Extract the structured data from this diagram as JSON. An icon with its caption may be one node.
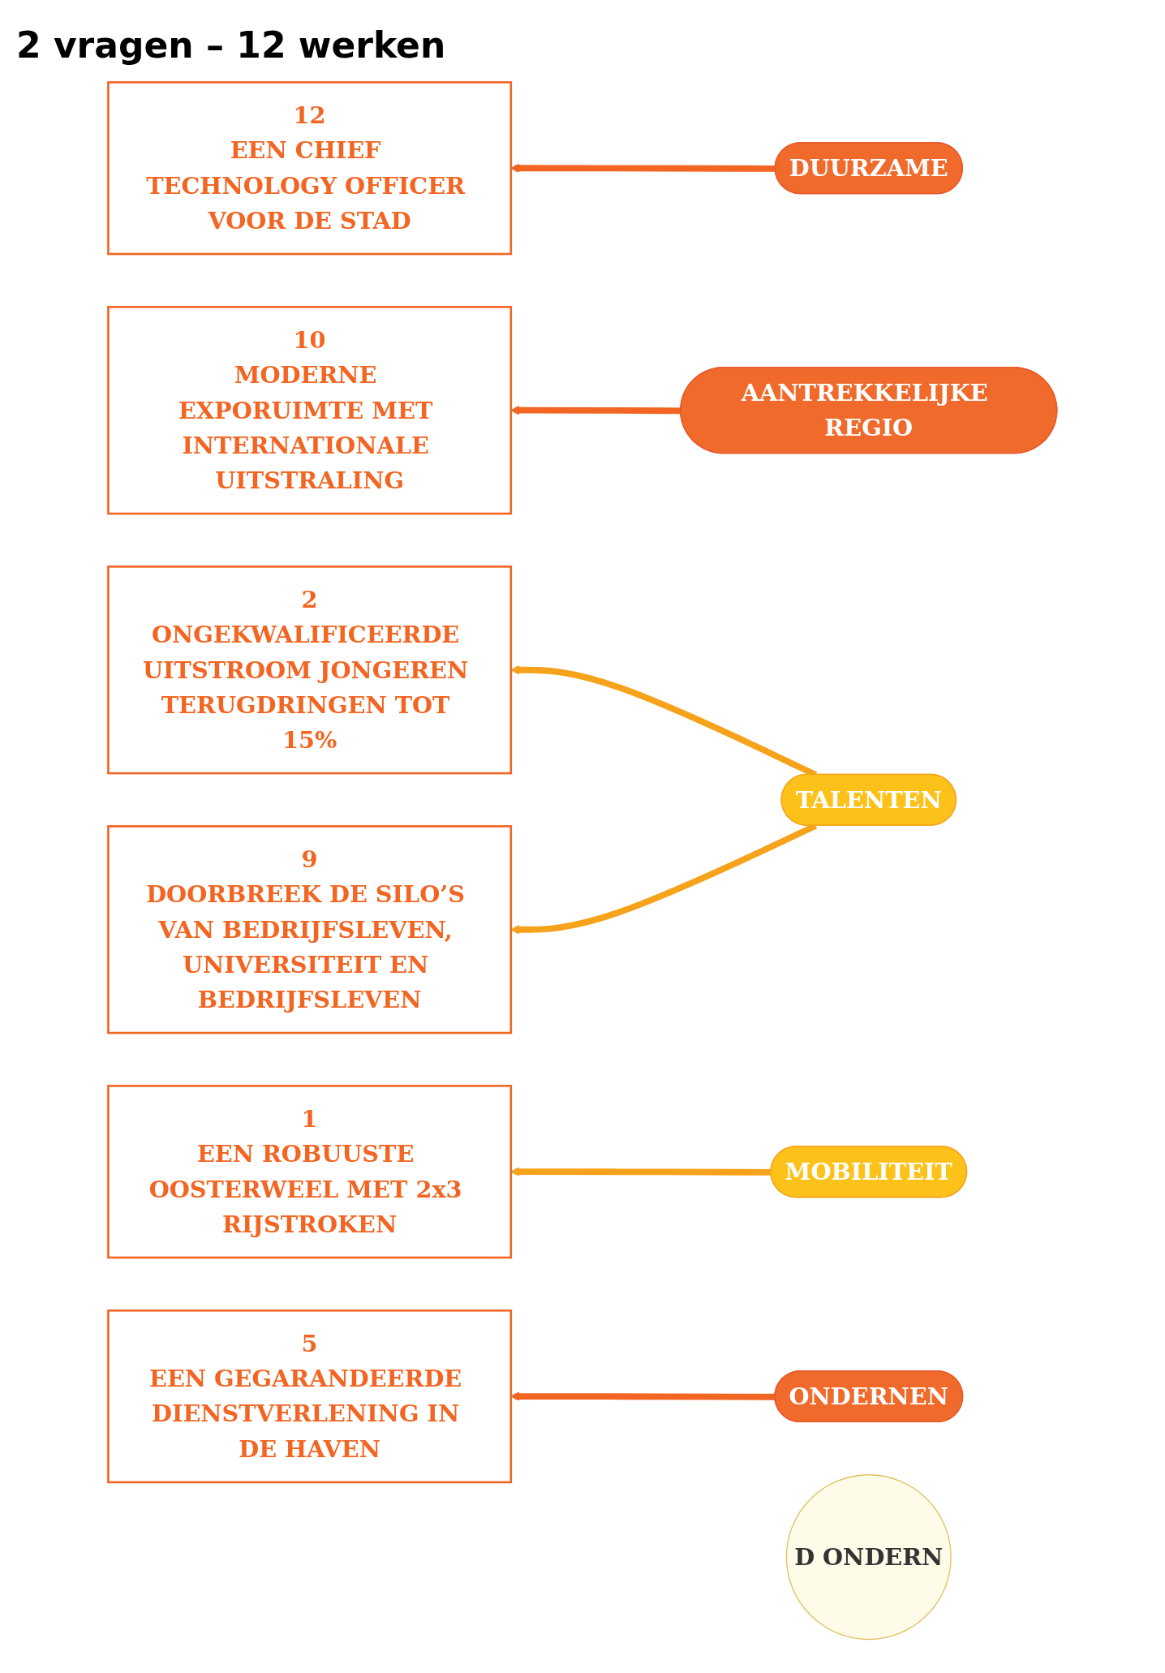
{
  "diagram": {
    "title": "2 vragen – 12 werken",
    "nodes": [
      {
        "text": [
          "12",
          "EEN CHIEF TECHNOLOGY OFFICER VOOR DE STAD"
        ]
      },
      {
        "text": [
          "2",
          "ONGEKWALIFICEERDE UITSTROOM JONGEREN TERUGDRINGEN TOT 15%"
        ]
      },
      {
        "text": [
          "9",
          "DOORBREEK DE SILO’S VAN BEDRIJFSLEVEN, UNIVERSITEIT EN BEDRIJFSLEVEN"
        ]
      },
      {
        "text": [
          "10",
          "MODERNE EXPORUIMTE MET INTERNATIONALE UITSTRALING"
        ]
      },
      {
        "text": [
          "1",
          "EEN ROBUUSTE OOSTERWEEL MET 2x3 RIJSTROKEN"
        ]
      },
      {
        "text": [
          "5",
          "EEN GEGARANDEERDE DIENSTVERLENING IN DE HAVEN"
        ]
      },
      {
        "text": [
          "DUURZAME"
        ]
      },
      {
        "text": [
          "AANTREKKELIJKE REGIO"
        ]
      },
      {
        "text": [
          "TALENTEN"
        ]
      },
      {
        "text": [
          "MOBILITEIT"
        ]
      },
      {
        "text": [
          "ONDERNEN"
        ]
      },
      {
        "text": [
          "D ONDERN"
        ]
      }
    ],
    "edges": [
      {
        "from": 6,
        "to": 0,
        "arrow": "to"
      },
      {
        "from": 8,
        "to": 1,
        "arrow": "to",
        "color": "#f7a21b"
      },
      {
        "from": 8,
        "to": 2,
        "arrow": "to",
        "color": "#f7a21b"
      },
      {
        "from": 7,
        "to": 3,
        "arrow": "to"
      },
      {
        "from": 9,
        "to": 4,
        "arrow": "to",
        "color": "#f7a21b"
      },
      {
        "from": 10,
        "to": 5,
        "arrow": "to"
      }
    ]
  }
}
